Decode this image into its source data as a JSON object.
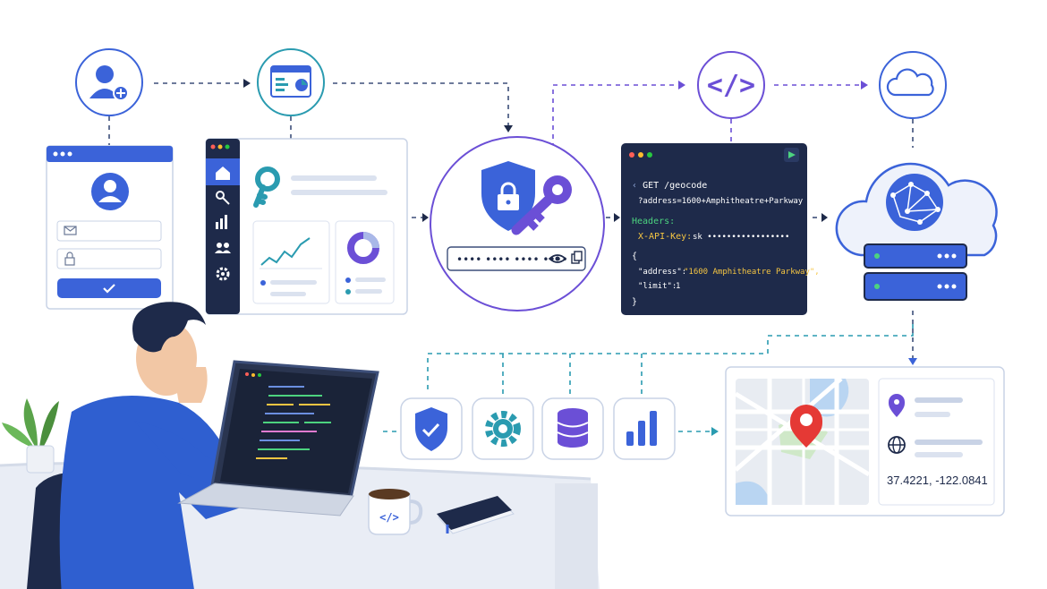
{
  "code_panel": {
    "line1": "GET /geocode",
    "line2": "?address=1600+Amphitheatre+Parkway",
    "headers_label": "Headers:",
    "header_key": "X-API-Key:",
    "header_value": "sk •••••••••••••••••",
    "brace_open": "{",
    "json_key1": "\"address\":",
    "json_val1": "\"1600 Amphitheatre Parkway\",",
    "json_key2": "\"limit\":",
    "json_val2": "1",
    "brace_close": "}"
  },
  "api_key_field": {
    "masked_value": "•••• •••• •••• ••••"
  },
  "result_card": {
    "coordinates": "37.4221, -122.0841"
  },
  "mug": {
    "label": "</>"
  },
  "icons": {
    "code_glyph": "</>"
  },
  "colors": {
    "primary_blue": "#3b63d9",
    "purple": "#6b4fd6",
    "teal": "#2a9bb0",
    "navy": "#1e2a4a",
    "pin_red": "#e53935",
    "code_green": "#4cd37f",
    "code_yellow": "#f5c542"
  }
}
